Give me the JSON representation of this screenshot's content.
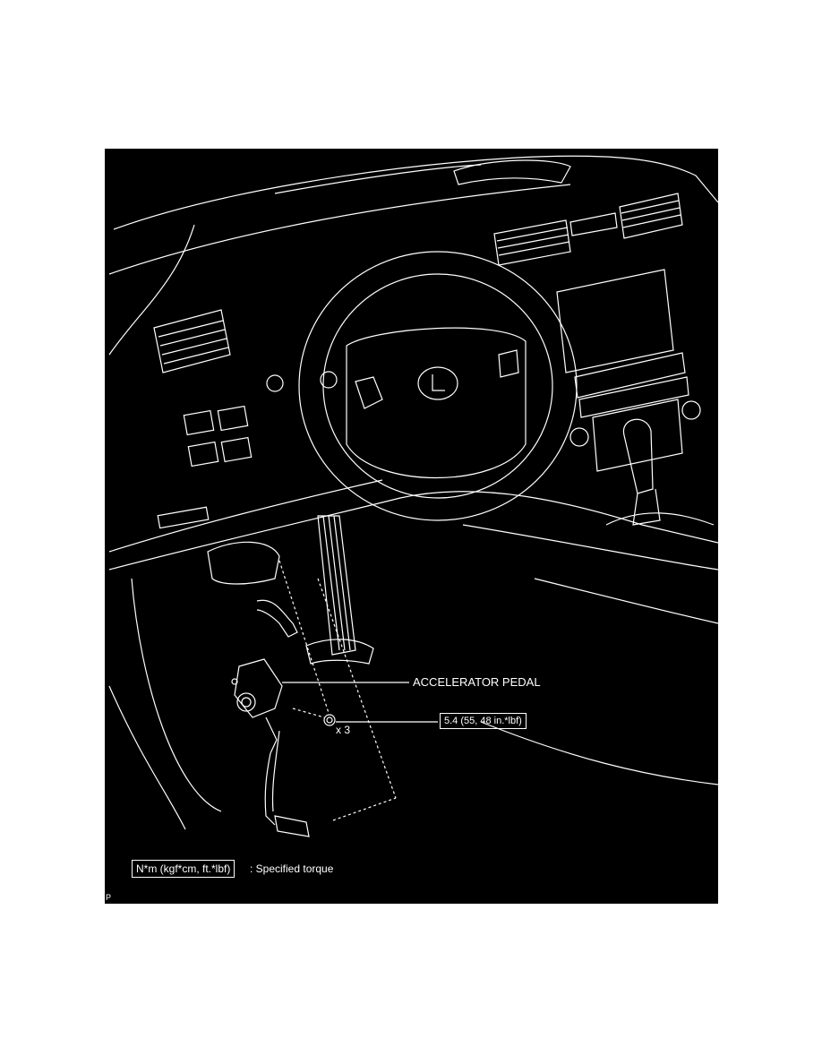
{
  "diagram": {
    "callout_accelerator_pedal": "ACCELERATOR PEDAL",
    "torque_spec": "5.4 (55, 48 in.*lbf)",
    "fastener_quantity": "x 3",
    "legend_units": "N*m (kgf*cm, ft.*lbf)",
    "legend_description": ": Specified torque",
    "corner_code": "P",
    "colors": {
      "background": "#000000",
      "linework": "#ffffff",
      "page": "#ffffff"
    }
  }
}
